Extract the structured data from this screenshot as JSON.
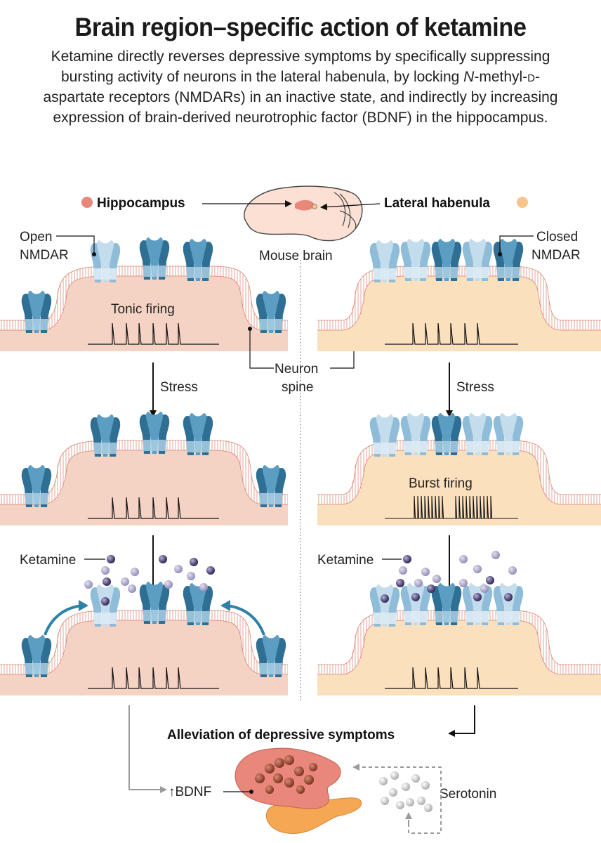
{
  "title": "Brain region–specific action of ketamine",
  "subtitle": {
    "part1": "Ketamine directly reverses depressive symptoms by specifically suppressing bursting activity of neurons in the lateral habenula, by locking ",
    "italic_n": "N",
    "part2": "-methyl-",
    "smallcaps_d": "d",
    "part3": "-aspartate receptors (NMDARs) in an inactive state, and indirectly by increasing expression of brain-derived neurotrophic factor (BDNF) in the hippocampus."
  },
  "labels": {
    "hippocampus": "Hippocampus",
    "lateral_habenula": "Lateral habenula",
    "mouse_brain": "Mouse brain",
    "open_nmdar_1": "Open",
    "open_nmdar_2": "NMDAR",
    "closed_nmdar_1": "Closed",
    "closed_nmdar_2": "NMDAR",
    "tonic_firing": "Tonic firing",
    "burst_firing": "Burst firing",
    "neuron_spine_1": "Neuron",
    "neuron_spine_2": "spine",
    "stress_left": "Stress",
    "stress_right": "Stress",
    "ketamine_left": "Ketamine",
    "ketamine_right": "Ketamine",
    "alleviation": "Alleviation of depressive symptoms",
    "bdnf": "↑BDNF",
    "serotonin": "Serotonin"
  },
  "colors": {
    "hippocampus": "#e8877a",
    "lateral_habenula": "#f7c58c",
    "hippo_cell": "#f5d3c4",
    "habenula_cell": "#fbe0bd",
    "receptor_dark": "#2f6f93",
    "receptor_light": "#a9cfe4",
    "ketamine": "#3d3560"
  }
}
